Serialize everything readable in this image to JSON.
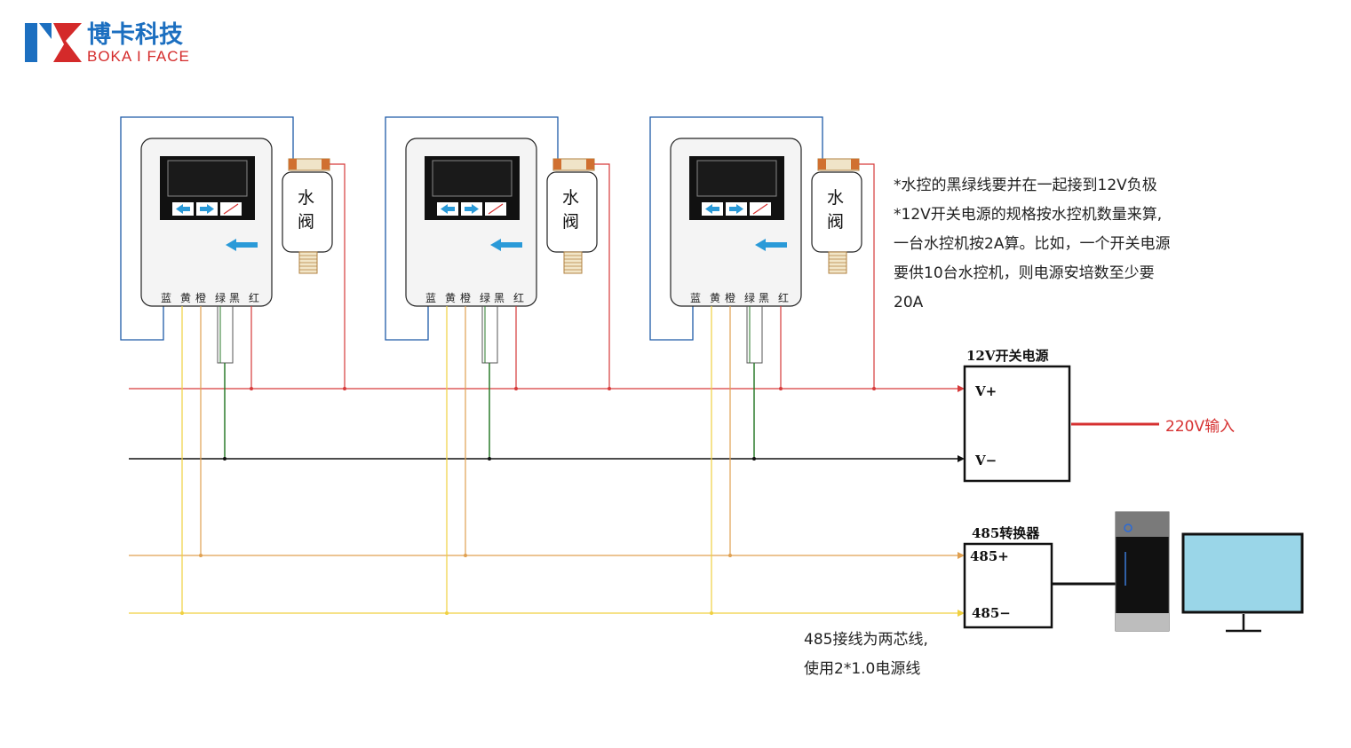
{
  "logo": {
    "cn": "博卡科技",
    "en": "BOKA I FACE",
    "blue": "#1c6fc0",
    "red": "#d42a2a"
  },
  "controller": {
    "wire_labels": [
      "蓝",
      "黄",
      "橙",
      "绿",
      "黑",
      "红"
    ],
    "valve_label_1": "水",
    "valve_label_2": "阀"
  },
  "notes": [
    "*水控的黑绿线要并在一起接到12V负极",
    "*12V开关电源的规格按水控机数量来算,",
    "一台水控机按2A算。比如，一个开关电源",
    "要供10台水控机，则电源安培数至少要",
    "20A"
  ],
  "power_supply": {
    "title": "12V开关电源",
    "v_plus": "V+",
    "v_minus": "V−",
    "input": "220V输入"
  },
  "converter": {
    "title": "485转换器",
    "plus": "485+",
    "minus": "485−"
  },
  "wiring_note": [
    "485接线为两芯线,",
    "使用2*1.0电源线"
  ],
  "colors": {
    "red": "#d63a3a",
    "black": "#111111",
    "orange": "#e0a050",
    "yellow": "#f0d040",
    "green": "#2a7a2a",
    "blue": "#1e5aa8",
    "arrow": "#2a9ad8",
    "monitor": "#9ad6e8"
  }
}
